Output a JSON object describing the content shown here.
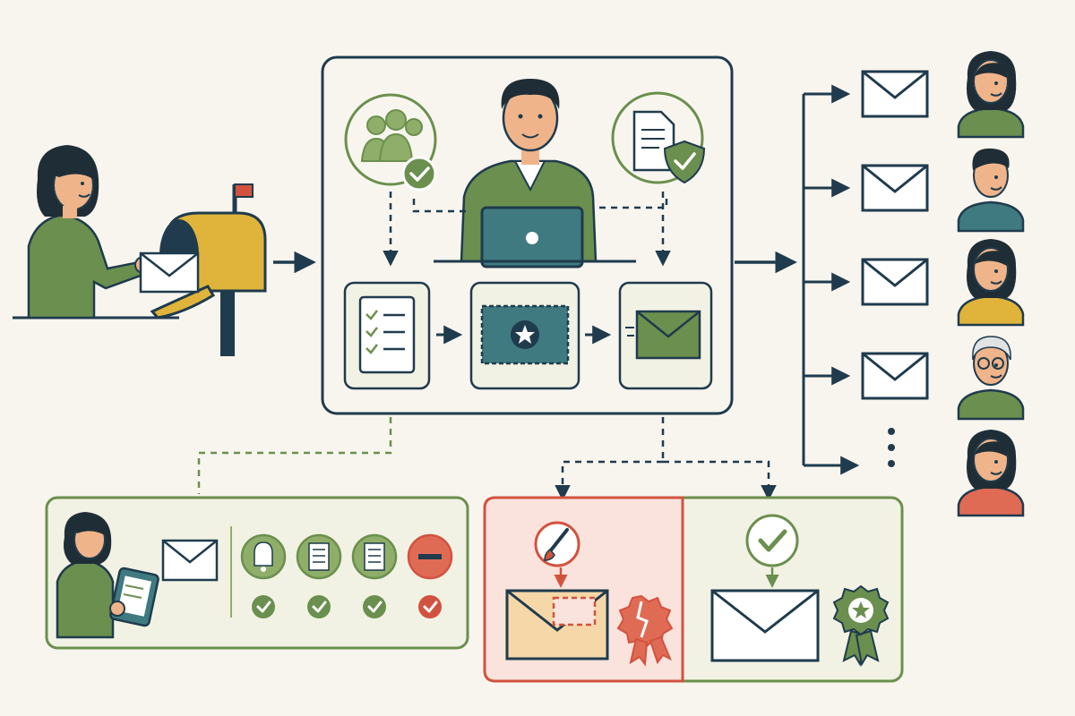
{
  "colors": {
    "background": "#f8f5ee",
    "ink": "#1f3b4d",
    "green": "#6b8f4e",
    "green_light": "#8fae6a",
    "green_pale": "#f1f2e4",
    "red": "#d1533f",
    "red_pale": "#f9e3dc",
    "mustard": "#e0b43a",
    "teal": "#3f7a80",
    "skin": "#f0b48a",
    "hair": "#1f2e36"
  },
  "icons": {
    "sender": "person-mailing-letter",
    "mailbox": "mailbox-icon",
    "verify_group": "group-verified-icon",
    "verify_doc": "document-shield-icon",
    "checklist": "checklist-icon",
    "stamp": "postage-stamp-icon",
    "send": "sending-envelope-icon",
    "tamper": "tampering-brush-icon",
    "broken_seal": "broken-seal-icon",
    "approved": "approved-check-icon",
    "valid_seal": "award-seal-icon"
  },
  "recipients": [
    {
      "shirt": "#6b8f4e",
      "hair": "long"
    },
    {
      "shirt": "#3f7a80",
      "hair": "short"
    },
    {
      "shirt": "#e0b43a",
      "hair": "long"
    },
    {
      "shirt": "#6b8f4e",
      "hair": "elder"
    },
    {
      "shirt": "#e06b55",
      "hair": "long"
    }
  ],
  "status_checks": [
    {
      "icon": "bell-icon",
      "state": "ok"
    },
    {
      "icon": "document-icon",
      "state": "ok"
    },
    {
      "icon": "notes-icon",
      "state": "ok"
    },
    {
      "icon": "blocked-icon",
      "state": "alert"
    }
  ]
}
